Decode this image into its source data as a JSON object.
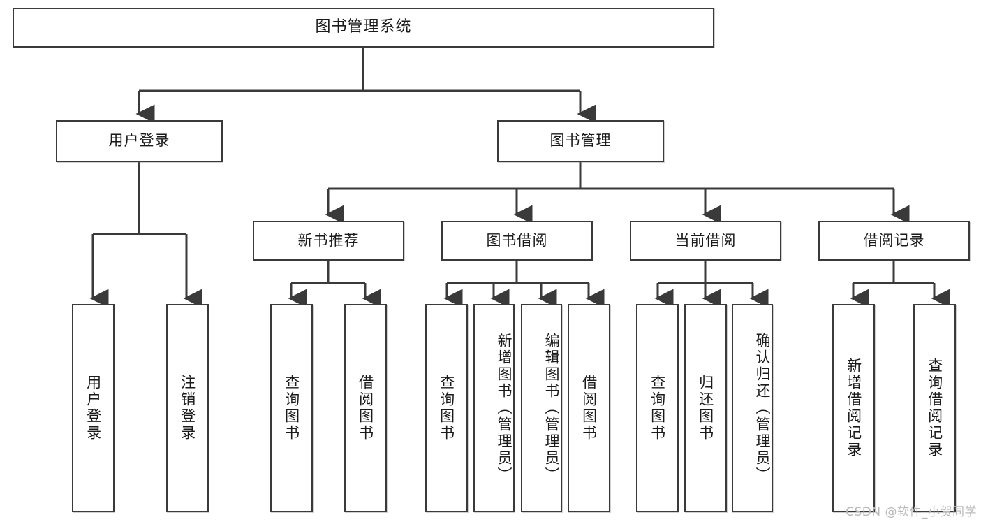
{
  "diagram": {
    "title": "图书管理系统",
    "type": "tree",
    "root": {
      "label": "图书管理系统"
    },
    "level2": [
      {
        "label": "用户登录"
      },
      {
        "label": "图书管理"
      }
    ],
    "level3": [
      {
        "label": "新书推荐"
      },
      {
        "label": "图书借阅"
      },
      {
        "label": "当前借阅"
      },
      {
        "label": "借阅记录"
      }
    ],
    "leaves": {
      "user_login": [
        {
          "label": "用户登录"
        },
        {
          "label": "注销登录"
        }
      ],
      "new_book_recommend": [
        {
          "label": "查询图书"
        },
        {
          "label": "借阅图书"
        }
      ],
      "book_borrow": [
        {
          "label": "查询图书"
        },
        {
          "label": "新增图书（管理员）"
        },
        {
          "label": "编辑图书（管理员）"
        },
        {
          "label": "借阅图书"
        }
      ],
      "current_borrow": [
        {
          "label": "查询图书"
        },
        {
          "label": "归还图书"
        },
        {
          "label": "确认归还（管理员）"
        }
      ],
      "borrow_record": [
        {
          "label": "新增借阅记录"
        },
        {
          "label": "查询借阅记录"
        }
      ]
    }
  },
  "watermark": {
    "text": "CSDN @软件_小贺同学"
  },
  "colors": {
    "border": "#3a3a3a",
    "background": "#ffffff",
    "text": "#1a1a1a",
    "watermark": "#b9b9b9"
  }
}
